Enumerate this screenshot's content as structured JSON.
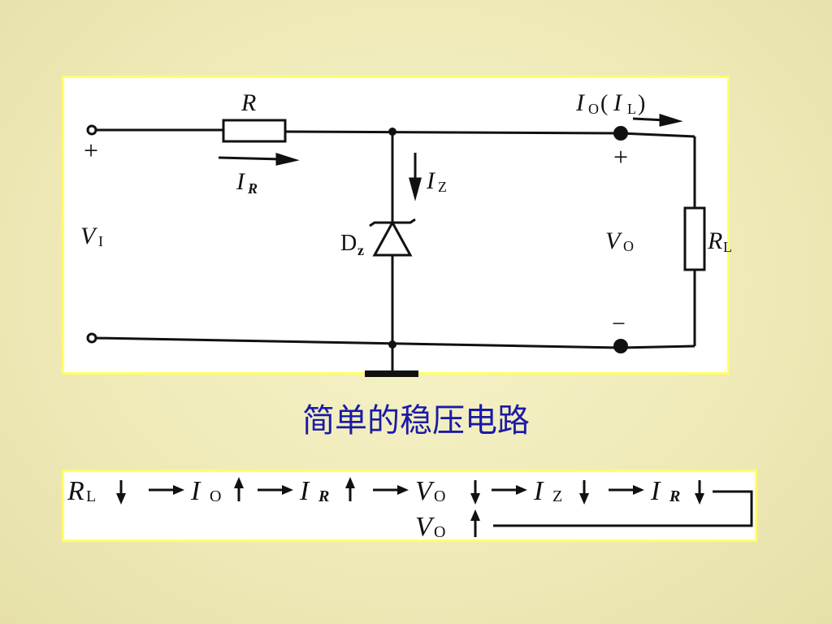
{
  "circuit": {
    "resistor_label": "R",
    "resistor_current": "I",
    "resistor_current_sub": "R",
    "output_current": "I",
    "output_current_sub": "O",
    "output_current_paren_open": "(",
    "load_current": "I",
    "load_current_sub": "L",
    "output_current_paren_close": ")",
    "input_voltage": "V",
    "input_voltage_sub": "I",
    "input_plus": "+",
    "zener_label": "D",
    "zener_sub": "z",
    "zener_current": "I",
    "zener_current_sub": "Z",
    "output_voltage": "V",
    "output_voltage_sub": "O",
    "output_plus": "+",
    "output_minus": "−",
    "load_label": "R",
    "load_sub": "L"
  },
  "caption": "简单的稳压电路",
  "chain": {
    "terms": [
      {
        "sym": "R",
        "sub": "L",
        "dir": "down"
      },
      {
        "sym": "I",
        "sub": "O",
        "dir": "up"
      },
      {
        "sym": "I",
        "sub": "R",
        "dir": "up"
      },
      {
        "sym": "V",
        "sub": "O",
        "dir": "down"
      },
      {
        "sym": "I",
        "sub": "Z",
        "dir": "down"
      },
      {
        "sym": "I",
        "sub": "R",
        "dir": "down"
      }
    ],
    "feedback": {
      "sym": "V",
      "sub": "O",
      "dir": "up"
    }
  }
}
